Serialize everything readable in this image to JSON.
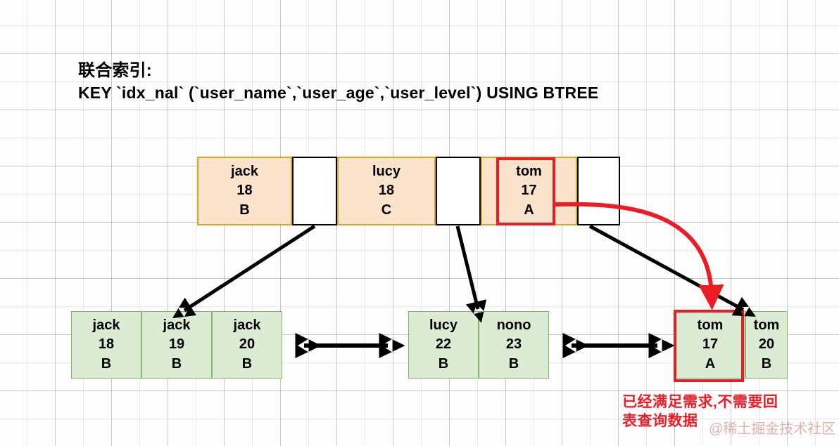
{
  "title": {
    "line1": "联合索引:",
    "line2": "KEY `idx_nal` (`user_name`,`user_age`,`user_level`) USING BTREE"
  },
  "colors": {
    "inner_fill": "#fce4cc",
    "inner_border": "#d6a822",
    "leaf_fill": "#dcebd3",
    "leaf_border": "#87b36b",
    "pointer_fill": "#ffffff",
    "pointer_border": "#000000",
    "highlight": "#ec1c24",
    "annotation": "#ee1c25",
    "arrow": "#000000"
  },
  "internal_node": {
    "entries": [
      {
        "name": "jack",
        "age": "18",
        "level": "B",
        "highlighted": false
      },
      {
        "name": "lucy",
        "age": "18",
        "level": "C",
        "highlighted": false
      },
      {
        "name": "tom",
        "age": "17",
        "level": "A",
        "highlighted": true
      }
    ],
    "pointers": [
      "",
      "",
      ""
    ]
  },
  "leaf_groups": [
    {
      "entries": [
        {
          "name": "jack",
          "age": "18",
          "level": "B",
          "highlighted": false
        },
        {
          "name": "jack",
          "age": "19",
          "level": "B",
          "highlighted": false
        },
        {
          "name": "jack",
          "age": "20",
          "level": "B",
          "highlighted": false
        }
      ]
    },
    {
      "entries": [
        {
          "name": "lucy",
          "age": "22",
          "level": "B",
          "highlighted": false
        },
        {
          "name": "nono",
          "age": "23",
          "level": "B",
          "highlighted": false
        }
      ]
    },
    {
      "entries": [
        {
          "name": "tom",
          "age": "17",
          "level": "A",
          "highlighted": true
        },
        {
          "name": "tom",
          "age": "20",
          "level": "B",
          "highlighted": false
        }
      ]
    }
  ],
  "annotation": {
    "line1": "已经满足需求,不需要回",
    "line2": "表查询数据",
    "watermark": "@稀土掘金技术社区"
  }
}
